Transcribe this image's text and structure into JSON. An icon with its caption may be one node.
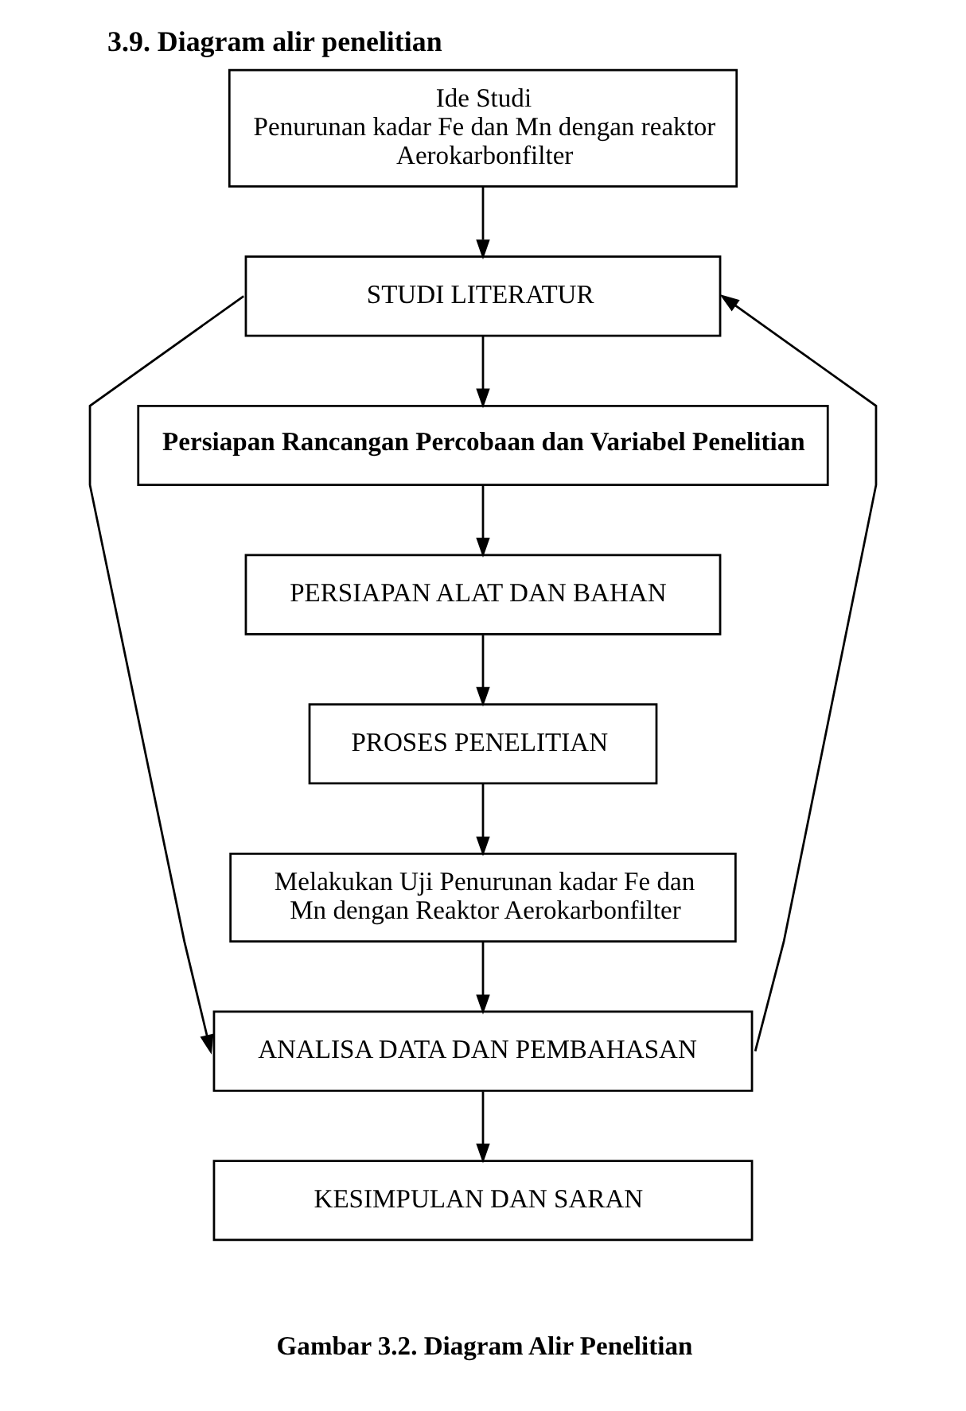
{
  "diagram": {
    "title": "3.9. Diagram alir penelitian",
    "caption": "Gambar 3.2. Diagram Alir Penelitian",
    "nodes": [
      {
        "text": [
          "Ide Studi",
          "Penurunan kadar Fe dan Mn dengan reaktor Aerokarbonfilter"
        ]
      },
      {
        "text": [
          "STUDI LITERATUR"
        ]
      },
      {
        "text": [
          "Persiapan Rancangan Percobaan dan Variabel Penelitian"
        ]
      },
      {
        "text": [
          "PERSIAPAN ALAT DAN BAHAN"
        ]
      },
      {
        "text": [
          "PROSES PENELITIAN"
        ]
      },
      {
        "text": [
          "Melakukan Uji Penurunan kadar Fe dan Mn dengan Reaktor Aerokarbonfilter"
        ]
      },
      {
        "text": [
          "ANALISA DATA DAN PEMBAHASAN"
        ]
      },
      {
        "text": [
          "KESIMPULAN DAN SARAN"
        ]
      }
    ],
    "edges": [
      {
        "from": 0,
        "to": 1,
        "arrow": "to"
      },
      {
        "from": 1,
        "to": 2,
        "arrow": "to"
      },
      {
        "from": 2,
        "to": 3,
        "arrow": "to"
      },
      {
        "from": 3,
        "to": 4,
        "arrow": "to"
      },
      {
        "from": 4,
        "to": 5,
        "arrow": "to"
      },
      {
        "from": 5,
        "to": 6,
        "arrow": "to"
      },
      {
        "from": 6,
        "to": 7,
        "arrow": "to"
      },
      {
        "from": 1,
        "to": 6,
        "arrow": "to"
      },
      {
        "from": 6,
        "to": 1,
        "arrow": "to"
      }
    ]
  }
}
